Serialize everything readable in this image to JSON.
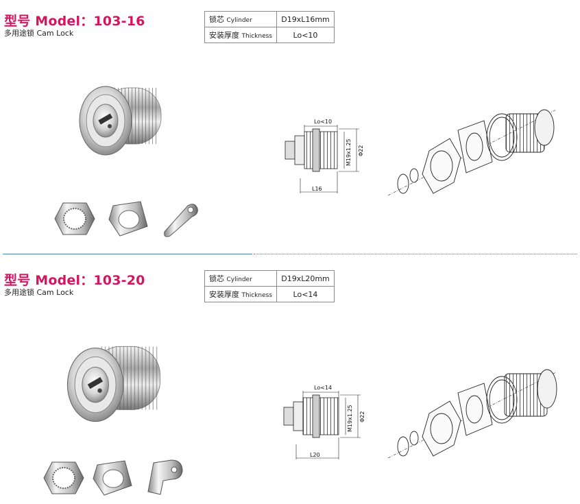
{
  "sections": [
    {
      "title": "型号 Model：103-16",
      "subtitle": "多用途锁 Cam Lock",
      "specs": [
        {
          "label_cn": "锁芯",
          "label_en": "Cylinder",
          "value": "D19xL16mm"
        },
        {
          "label_cn": "安装厚度",
          "label_en": "Thickness",
          "value": "Lo<10"
        }
      ],
      "dims": {
        "lo": "Lo<10",
        "length": "L16",
        "thread": "M19x1.25",
        "diameter": "Φ22"
      }
    },
    {
      "title": "型号 Model：103-20",
      "subtitle": "多用途锁 Cam Lock",
      "specs": [
        {
          "label_cn": "锁芯",
          "label_en": "Cylinder",
          "value": "D19xL20mm"
        },
        {
          "label_cn": "安装厚度",
          "label_en": "Thickness",
          "value": "Lo<14"
        }
      ],
      "dims": {
        "lo": "Lo<14",
        "length": "L20",
        "thread": "M19x1.25",
        "diameter": "Φ22"
      }
    }
  ],
  "colors": {
    "title": "#d6145f",
    "divider_solid": "#4a7fc4",
    "divider_dotted": "#d04070"
  }
}
